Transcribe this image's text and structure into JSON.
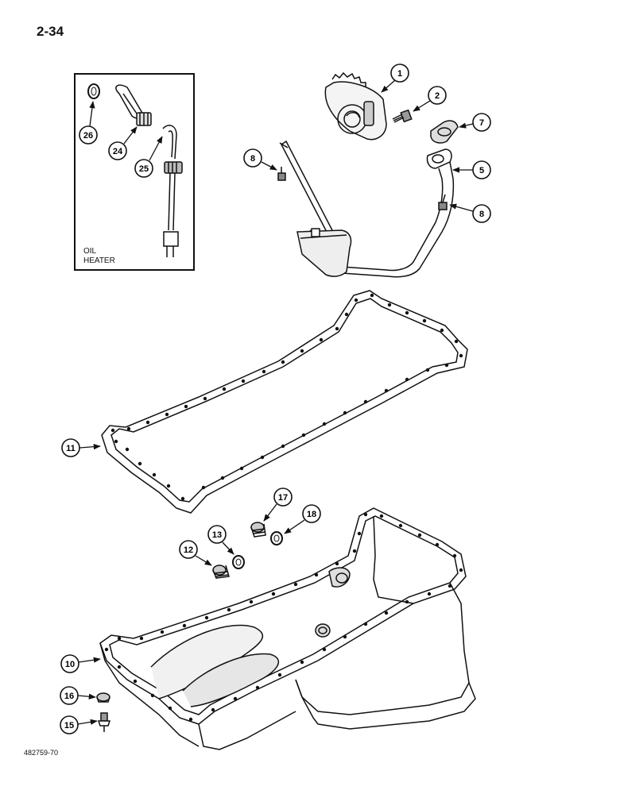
{
  "page_number": "2-34",
  "figure_id": "482759-70",
  "inset": {
    "label_line1": "OIL",
    "label_line2": "HEATER"
  },
  "callouts": {
    "c1": "1",
    "c2": "2",
    "c7": "7",
    "c5": "5",
    "c8a": "8",
    "c8b": "8",
    "c26": "26",
    "c24": "24",
    "c25": "25",
    "c11": "11",
    "c17": "17",
    "c18": "18",
    "c13": "13",
    "c12": "12",
    "c10": "10",
    "c16": "16",
    "c15": "15"
  }
}
